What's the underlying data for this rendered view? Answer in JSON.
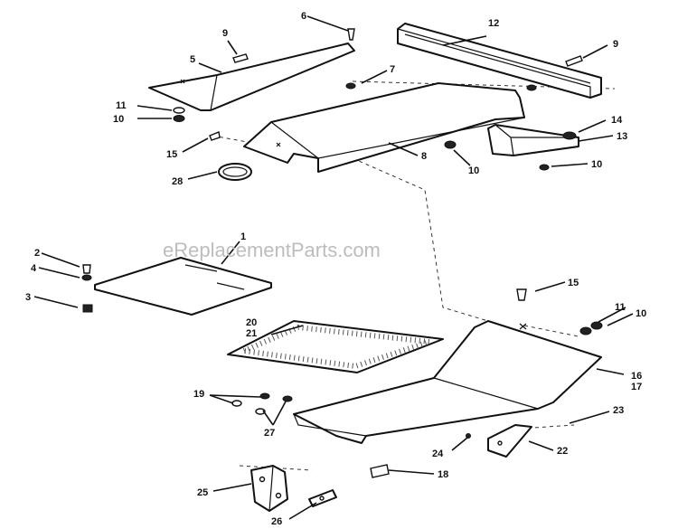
{
  "watermark": "eReplacementParts.com",
  "callouts": {
    "c1": "1",
    "c2": "2",
    "c3": "3",
    "c4": "4",
    "c5": "5",
    "c6": "6",
    "c7": "7",
    "c8": "8",
    "c9a": "9",
    "c9b": "9",
    "c10a": "10",
    "c10b": "10",
    "c10c": "10",
    "c10d": "10",
    "c11a": "11",
    "c11b": "11",
    "c12": "12",
    "c13": "13",
    "c14": "14",
    "c15a": "15",
    "c15b": "15",
    "c16": "16",
    "c17": "17",
    "c18": "18",
    "c19": "19",
    "c20": "20",
    "c21": "21",
    "c22": "22",
    "c23": "23",
    "c24": "24",
    "c25": "25",
    "c26": "26",
    "c27": "27",
    "c28": "28"
  }
}
